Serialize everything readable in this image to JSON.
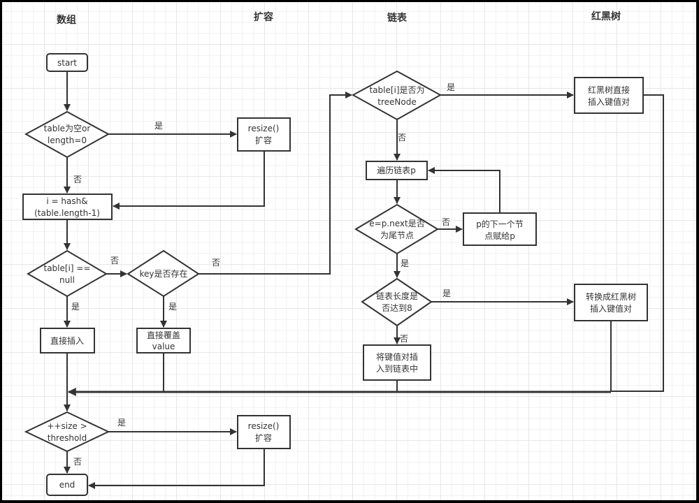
{
  "lanes": [
    {
      "id": "array",
      "title": "数组"
    },
    {
      "id": "resize",
      "title": "扩容"
    },
    {
      "id": "linkedlist",
      "title": "链表"
    },
    {
      "id": "rbtree",
      "title": "红黑树"
    }
  ],
  "nodes": {
    "start": {
      "type": "terminal",
      "lines": [
        "start"
      ]
    },
    "check_empty": {
      "type": "decision",
      "lines": [
        "table为空or",
        "length=0"
      ]
    },
    "resize1": {
      "type": "process",
      "lines": [
        "resize()",
        "扩容"
      ]
    },
    "calc_index": {
      "type": "process",
      "lines": [
        "i = hash&",
        "(table.length-1)"
      ]
    },
    "check_null": {
      "type": "decision",
      "lines": [
        "table[i] ==",
        "null"
      ]
    },
    "key_exists": {
      "type": "decision",
      "lines": [
        "key是否存在"
      ]
    },
    "direct_insert": {
      "type": "process",
      "lines": [
        "直接插入"
      ]
    },
    "overwrite": {
      "type": "process",
      "lines": [
        "直接覆盖",
        "value"
      ]
    },
    "is_treenode": {
      "type": "decision",
      "lines": [
        "table[i]是否为",
        "treeNode"
      ]
    },
    "rb_insert": {
      "type": "process",
      "lines": [
        "红黑树直接",
        "插入键值对"
      ]
    },
    "traverse": {
      "type": "process",
      "lines": [
        "遍历链表p"
      ]
    },
    "is_tail": {
      "type": "decision",
      "lines": [
        "e=p.next是否",
        "为尾节点"
      ]
    },
    "next_p": {
      "type": "process",
      "lines": [
        "p的下一个节",
        "点赋给p"
      ]
    },
    "len_8": {
      "type": "decision",
      "lines": [
        "链表长度是",
        "否达到8"
      ]
    },
    "to_rbtree": {
      "type": "process",
      "lines": [
        "转换成红黑树",
        "插入键值对"
      ]
    },
    "list_insert": {
      "type": "process",
      "lines": [
        "将键值对插",
        "入到链表中"
      ]
    },
    "check_threshold": {
      "type": "decision",
      "lines": [
        "++size >",
        "threshold"
      ]
    },
    "resize2": {
      "type": "process",
      "lines": [
        "resize()",
        "扩容"
      ]
    },
    "end": {
      "type": "terminal",
      "lines": [
        "end"
      ]
    }
  },
  "edges": [
    {
      "from": "start",
      "to": "check_empty",
      "label": ""
    },
    {
      "from": "check_empty",
      "to": "resize1",
      "label": "是"
    },
    {
      "from": "check_empty",
      "to": "calc_index",
      "label": "否"
    },
    {
      "from": "resize1",
      "to": "calc_index",
      "label": ""
    },
    {
      "from": "calc_index",
      "to": "check_null",
      "label": ""
    },
    {
      "from": "check_null",
      "to": "key_exists",
      "label": "否"
    },
    {
      "from": "check_null",
      "to": "direct_insert",
      "label": "是"
    },
    {
      "from": "key_exists",
      "to": "overwrite",
      "label": "是"
    },
    {
      "from": "key_exists",
      "to": "is_treenode",
      "label": "否"
    },
    {
      "from": "is_treenode",
      "to": "rb_insert",
      "label": "是"
    },
    {
      "from": "is_treenode",
      "to": "traverse",
      "label": "否"
    },
    {
      "from": "traverse",
      "to": "is_tail",
      "label": ""
    },
    {
      "from": "is_tail",
      "to": "next_p",
      "label": "否"
    },
    {
      "from": "next_p",
      "to": "traverse",
      "label": ""
    },
    {
      "from": "is_tail",
      "to": "len_8",
      "label": "是"
    },
    {
      "from": "len_8",
      "to": "to_rbtree",
      "label": "是"
    },
    {
      "from": "len_8",
      "to": "list_insert",
      "label": "否"
    },
    {
      "from": "direct_insert",
      "to": "check_threshold",
      "label": ""
    },
    {
      "from": "overwrite",
      "to": "check_threshold",
      "label": ""
    },
    {
      "from": "list_insert",
      "to": "check_threshold",
      "label": ""
    },
    {
      "from": "to_rbtree",
      "to": "check_threshold",
      "label": ""
    },
    {
      "from": "rb_insert",
      "to": "check_threshold",
      "label": ""
    },
    {
      "from": "check_threshold",
      "to": "resize2",
      "label": "是"
    },
    {
      "from": "check_threshold",
      "to": "end",
      "label": "否"
    },
    {
      "from": "resize2",
      "to": "end",
      "label": ""
    }
  ]
}
